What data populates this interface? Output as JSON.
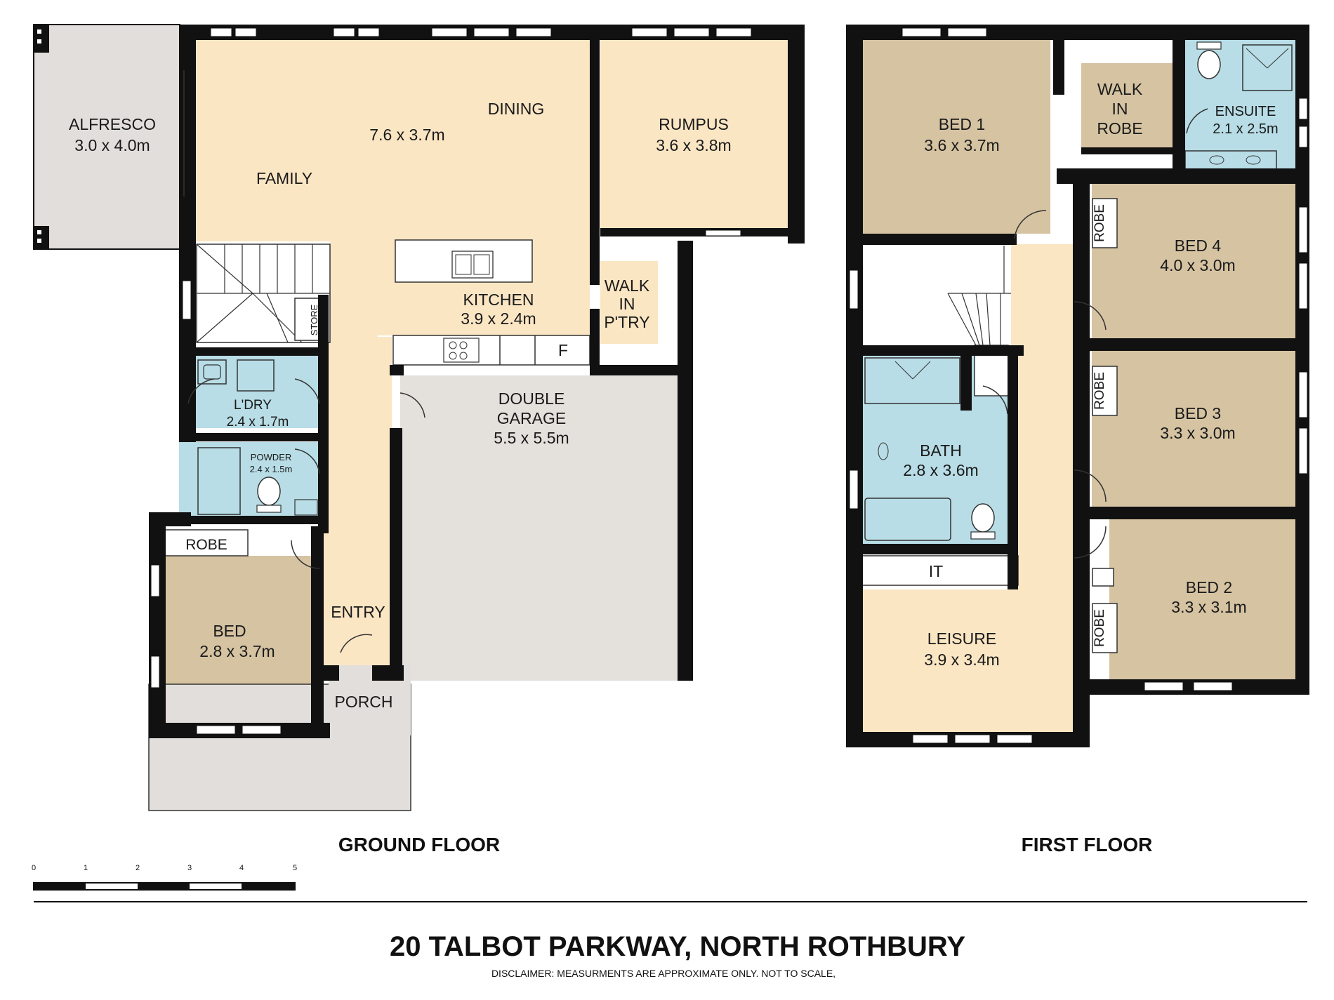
{
  "colors": {
    "living": "#fbe6c4",
    "bedroom": "#d5c3a2",
    "wet": "#b8dde6",
    "garage": "#e4e0dc",
    "outdoor": "#e2dedb",
    "wall": "#111111"
  },
  "ground_floor": {
    "title": "GROUND FLOOR",
    "alfresco": {
      "name": "ALFRESCO",
      "size": "3.0 x 4.0m"
    },
    "family": {
      "name": "FAMILY"
    },
    "living_size": "7.6 x 3.7m",
    "dining": {
      "name": "DINING"
    },
    "rumpus": {
      "name": "RUMPUS",
      "size": "3.6 x 3.8m"
    },
    "kitchen": {
      "name": "KITCHEN",
      "size": "3.9 x 2.4m"
    },
    "pantry": {
      "line1": "WALK",
      "line2": "IN",
      "line3": "P'TRY"
    },
    "fridge": "F",
    "store": "STORE",
    "laundry": {
      "name": "L'DRY",
      "size": "2.4 x 1.7m"
    },
    "powder": {
      "name": "POWDER",
      "size": "2.4 x 1.5m"
    },
    "garage": {
      "name": "DOUBLE",
      "name2": "GARAGE",
      "size": "5.5 x 5.5m"
    },
    "robe": "ROBE",
    "bed": {
      "name": "BED",
      "size": "2.8 x 3.7m"
    },
    "entry": "ENTRY",
    "porch": "PORCH"
  },
  "first_floor": {
    "title": "FIRST FLOOR",
    "bed1": {
      "name": "BED 1",
      "size": "3.6 x 3.7m"
    },
    "wir": {
      "line1": "WALK",
      "line2": "IN",
      "line3": "ROBE"
    },
    "ensuite": {
      "name": "ENSUITE",
      "size": "2.1 x 2.5m"
    },
    "bed4": {
      "name": "BED 4",
      "size": "4.0 x 3.0m"
    },
    "bed3": {
      "name": "BED 3",
      "size": "3.3 x 3.0m"
    },
    "bed2": {
      "name": "BED 2",
      "size": "3.3 x 3.1m"
    },
    "robe": "ROBE",
    "bath": {
      "name": "BATH",
      "size": "2.8 x 3.6m"
    },
    "it": "IT",
    "leisure": {
      "name": "LEISURE",
      "size": "3.9 x 3.4m"
    }
  },
  "scale": {
    "ticks": [
      "0",
      "1",
      "2",
      "3",
      "4",
      "5"
    ]
  },
  "footer": {
    "address": "20 TALBOT PARKWAY, NORTH ROTHBURY",
    "disclaimer": "DISCLAIMER: MEASURMENTS ARE APPROXIMATE ONLY. NOT TO SCALE,"
  }
}
